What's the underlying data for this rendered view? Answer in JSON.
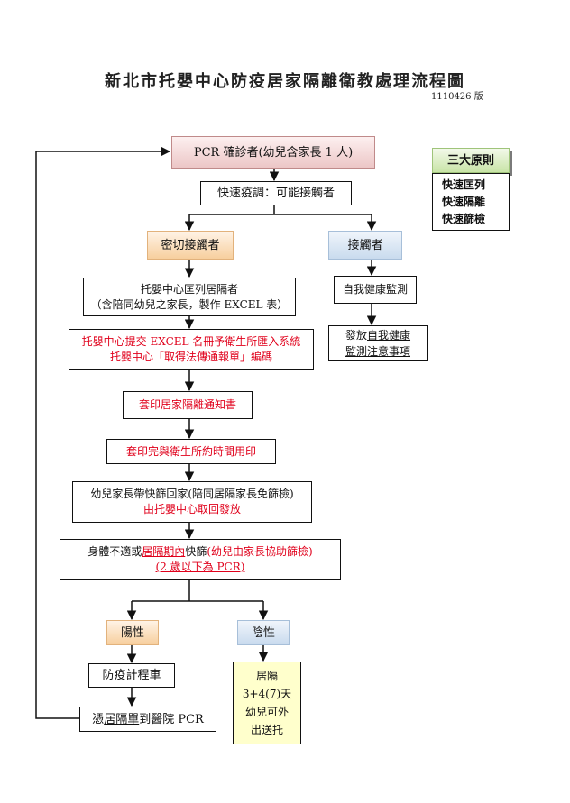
{
  "document": {
    "title": "新北市托嬰中心防疫居家隔離衛教處理流程圖",
    "version": "1110426 版"
  },
  "nodes": {
    "pcr_confirmed": "PCR 確診者(幼兒含家長 1 人)",
    "rapid_investigation": "快速疫調：可能接觸者",
    "close_contact": "密切接觸者",
    "contact": "接觸者",
    "list_quarantine": {
      "line1": "托嬰中心匡列居隔者",
      "line2": "（含陪同幼兒之家長，製作 EXCEL 表）"
    },
    "submit_excel": {
      "line1": "托嬰中心提交 EXCEL 名冊予衛生所匯入系統",
      "line2": "托嬰中心「取得法傳通報單」編碼"
    },
    "print_notice": "套印居家隔離通知書",
    "stamp_notice": "套印完與衛生所約時間用印",
    "rapid_test_home": {
      "line1": "幼兒家長帶快篩回家(陪同居隔家長免篩檢)",
      "line2": "由托嬰中心取回發放"
    },
    "symptom_test": {
      "part1": "身體不適或",
      "part2": "居隔期內",
      "part3": "快篩",
      "part4": "(幼兒由家長協助篩檢)",
      "line2": "(2 歲以下為 PCR)"
    },
    "positive": "陽性",
    "negative": "陰性",
    "quarantine_taxi": "防疫計程車",
    "hospital_pcr": {
      "part1": "憑",
      "part2": "居隔單",
      "part3": "到醫院 PCR"
    },
    "release": {
      "line1": "居隔",
      "line2": "3+4(7)天",
      "line3": "幼兒可外",
      "line4": "出送托"
    },
    "self_health_monitor": "自我健康監測",
    "issue_notice": {
      "part1": "發放",
      "part2": "自我健康",
      "part3": "監測注意事項"
    }
  },
  "principles": {
    "title": "三大原則",
    "items": [
      "快速匡列",
      "快速隔離",
      "快速篩檢"
    ]
  },
  "colors": {
    "red_text": "#e0001b",
    "pink_box": "#ecc6c6",
    "orange_box": "#f7cf9e",
    "blue_box": "#c9dbee",
    "green_box": "#c8e4a6",
    "yellow_box": "#ffffcc"
  }
}
